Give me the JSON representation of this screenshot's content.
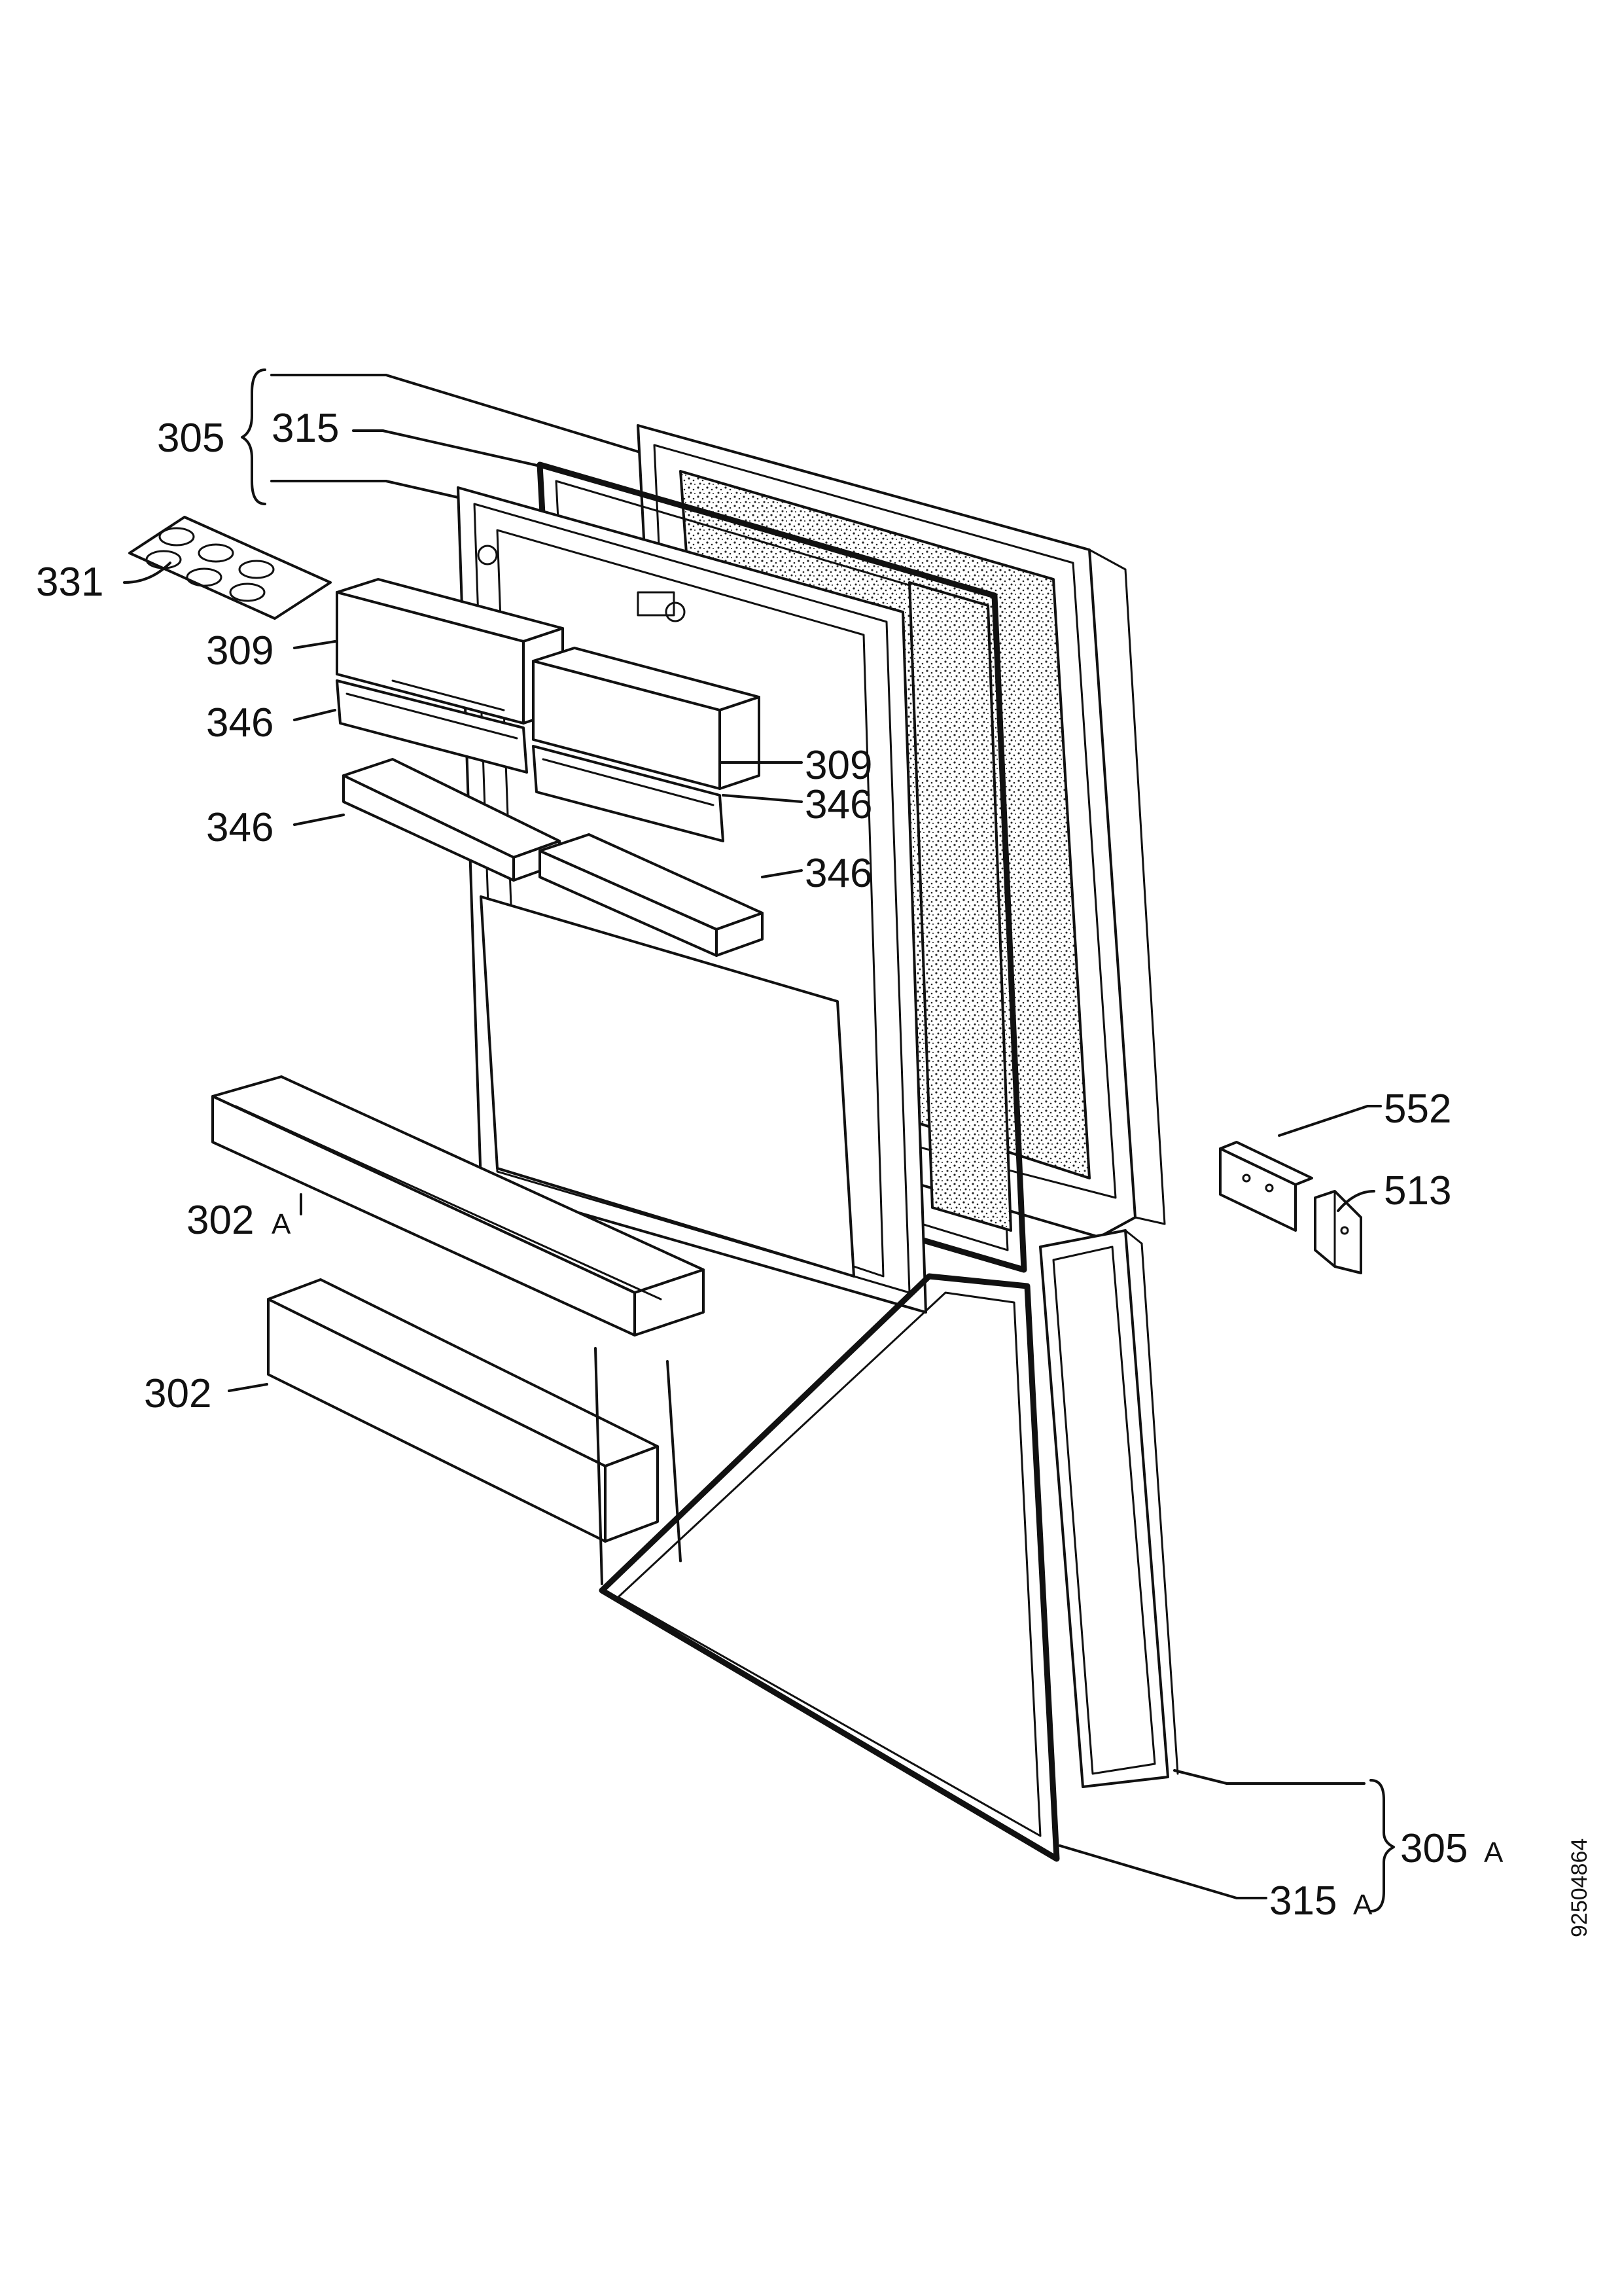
{
  "labels": {
    "l305": "305",
    "l315": "315",
    "l331": "331",
    "l309a": "309",
    "l309b": "309",
    "l346a": "346",
    "l346b": "346",
    "l346c": "346",
    "l346d": "346",
    "l302a_num": "302",
    "l302a_sfx": "A",
    "l302": "302",
    "l552": "552",
    "l513": "513",
    "l305a_num": "305",
    "l305a_sfx": "A",
    "l315a_num": "315",
    "l315a_sfx": "A"
  },
  "drawing_number": "92504864"
}
